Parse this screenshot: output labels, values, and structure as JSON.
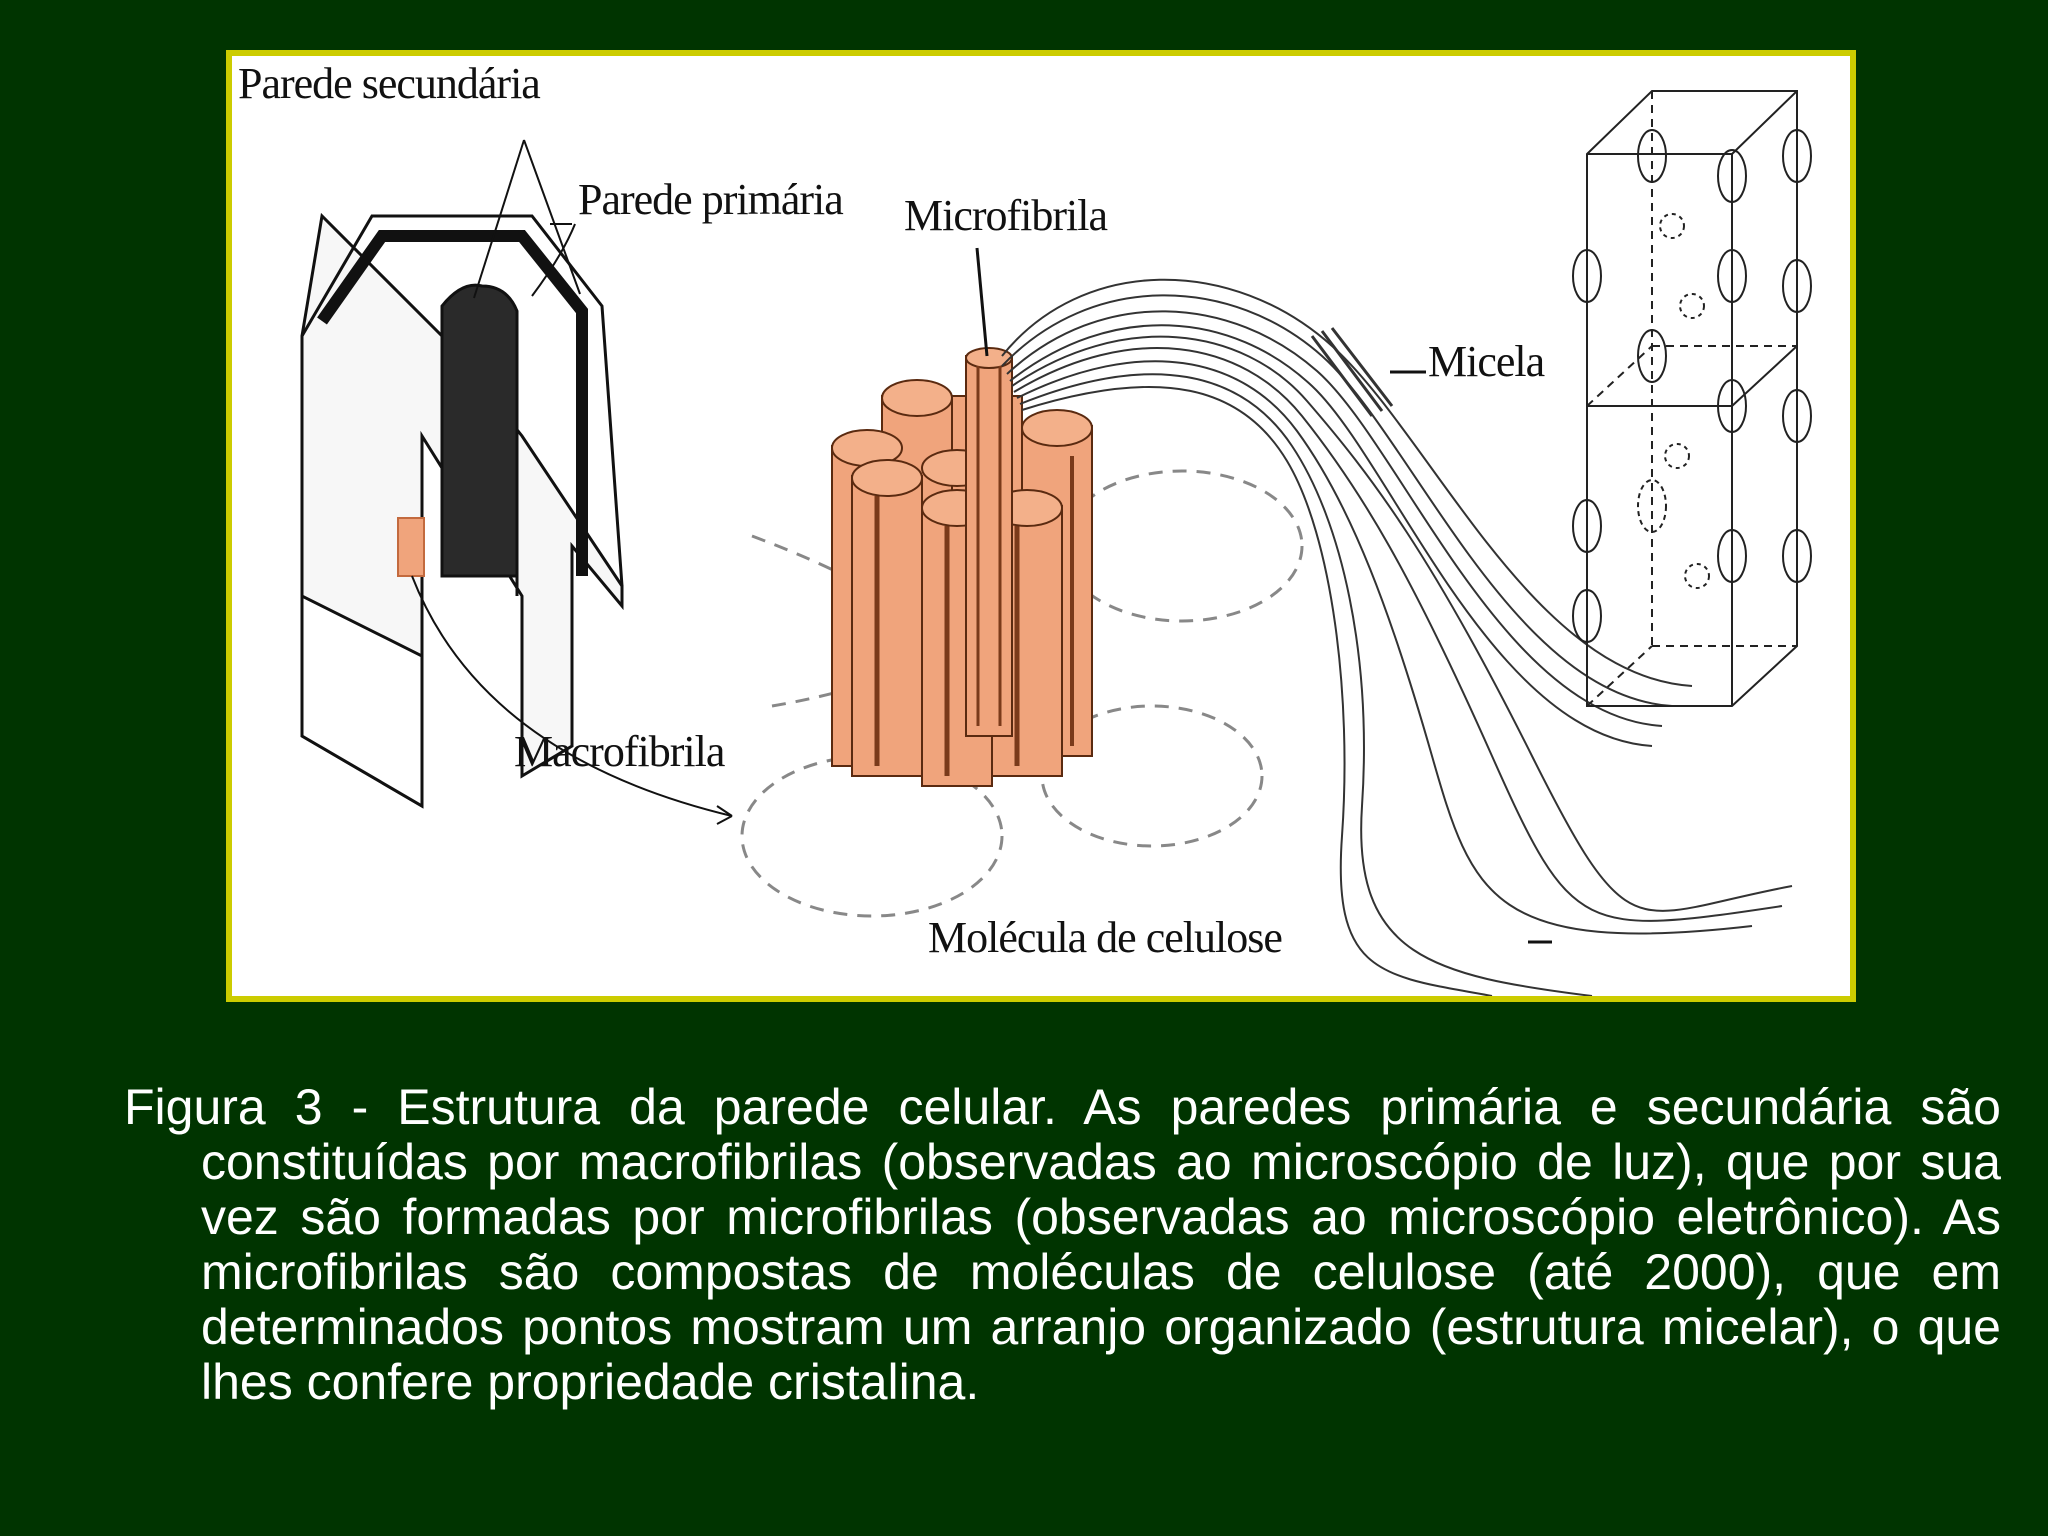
{
  "diagram": {
    "labels": {
      "parede_secundaria": "Parede secundária",
      "parede_primaria": "Parede primária",
      "microfibrila": "Microfibrila",
      "micela": "Micela",
      "macrofibrila": "Macrofibrila",
      "molecula_celulose": "Molécula de celulose"
    },
    "colors": {
      "background": "#003400",
      "frame_border": "#cccc00",
      "figure_background": "#ffffff",
      "fibril_fill": "#f0a47c",
      "fibril_shade": "#c36a3e",
      "lumen": "#2a2a2a",
      "caption_text": "#ffffff"
    }
  },
  "caption": {
    "text": "Figura 3 - Estrutura da parede celular. As paredes primária e secundária são constituídas por macrofibrilas (observadas ao microscópio de luz), que por sua vez são formadas por microfibrilas (observadas ao microscópio eletrônico). As microfibrilas são compostas de moléculas de celulose (até 2000), que em determinados pontos mostram um arranjo organizado (estrutura micelar), o que lhes confere propriedade cristalina."
  }
}
